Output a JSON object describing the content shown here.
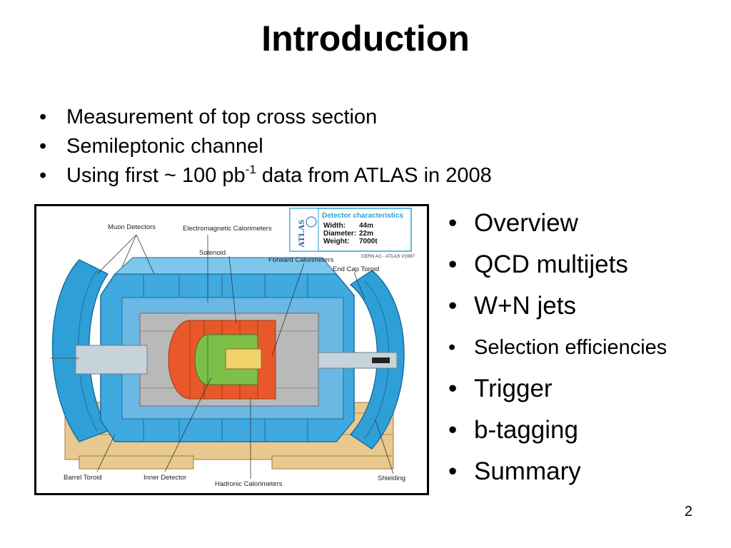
{
  "slide": {
    "title": "Introduction",
    "top_bullets": [
      {
        "text": "Measurement of top cross section"
      },
      {
        "text": "Semileptonic channel"
      },
      {
        "text_before": "Using first ~ 100 pb",
        "superscript": "-1",
        "text_after": " data from ATLAS in 2008"
      }
    ],
    "outline": [
      {
        "label": "Overview",
        "size": "large"
      },
      {
        "label": "QCD multijets",
        "size": "large"
      },
      {
        "label": "W+N jets",
        "size": "large"
      },
      {
        "label": "Selection efficiencies",
        "size": "small"
      },
      {
        "label": "Trigger",
        "size": "large"
      },
      {
        "label": "b-tagging",
        "size": "large"
      },
      {
        "label": "Summary",
        "size": "large"
      }
    ],
    "page_number": "2"
  },
  "figure": {
    "labels": {
      "muon_detectors": "Muon Detectors",
      "em_calorimeters": "Electromagnetic Calorimeters",
      "solenoid": "Solenoid",
      "forward_calorimeters": "Forward Calorimeters",
      "end_cap_toroid": "End Cap Toroid",
      "barrel_toroid": "Barrel Toroid",
      "inner_detector": "Inner Detector",
      "hadronic_calorimeters": "Hadronic Calorimeters",
      "shielding": "Shielding"
    },
    "characteristics": {
      "logo": "ATLAS",
      "heading": "Detector characteristics",
      "rows": [
        {
          "key": "Width:",
          "value": "44m"
        },
        {
          "key": "Diameter:",
          "value": "22m"
        },
        {
          "key": "Weight:",
          "value": "7000t"
        }
      ],
      "credit": "CERN AC - ATLAS V1997"
    },
    "colors": {
      "toroid_blue": "#2f9fd8",
      "calorimeter_orange": "#e8582a",
      "inner_green": "#7cc04a",
      "support_tan": "#e8c98f"
    }
  }
}
